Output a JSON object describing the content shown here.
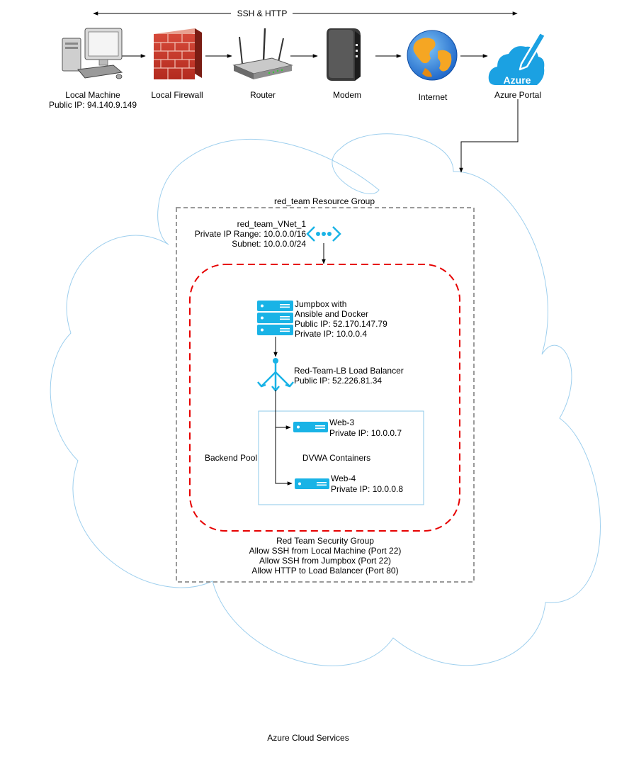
{
  "top_arrow_label": "SSH & HTTP",
  "devices": [
    {
      "label": "Local Machine",
      "sublabel": "Public IP: 94.140.9.149",
      "icon": "desktop-computer-icon"
    },
    {
      "label": "Local Firewall",
      "icon": "brick-firewall-icon"
    },
    {
      "label": "Router",
      "icon": "wireless-router-icon"
    },
    {
      "label": "Modem",
      "icon": "modem-icon"
    },
    {
      "label": "Internet",
      "icon": "globe-icon"
    },
    {
      "label": "Azure Portal",
      "icon": "azure-cloud-icon",
      "icon_text": "Azure"
    }
  ],
  "cloud_label": "Azure Cloud Services",
  "resource_group": {
    "label": "red_team Resource Group",
    "vnet": {
      "name": "red_team_VNet_1",
      "ip_range": "Private IP Range: 10.0.0.0/16",
      "subnet": "Subnet: 10.0.0.0/24",
      "icon": "vnet-icon"
    },
    "security_group": {
      "title": "Red Team Security Group",
      "rules": [
        "Allow SSH from Local Machine (Port 22)",
        "Allow SSH from Jumpbox (Port 22)",
        "Allow HTTP to Load Balancer (Port 80)"
      ]
    },
    "jumpbox": {
      "lines": [
        "Jumpbox with",
        "Ansible and Docker",
        "Public IP: 52.170.147.79",
        "Private IP: 10.0.0.4"
      ],
      "icon": "server-stack-icon"
    },
    "load_balancer": {
      "lines": [
        "Red-Team-LB Load Balancer",
        "Public IP: 52.226.81.34"
      ],
      "icon": "load-balancer-icon"
    },
    "backend_pool": {
      "label": "Backend Pool",
      "containers_label": "DVWA Containers",
      "servers": [
        {
          "name": "Web-3",
          "ip": "Private IP: 10.0.0.7",
          "icon": "server-icon"
        },
        {
          "name": "Web-4",
          "ip": "Private IP: 10.0.0.8",
          "icon": "server-icon"
        }
      ]
    }
  },
  "colors": {
    "cloud_outline": "#9ecfee",
    "azure_blue": "#1ba1e2",
    "server_blue": "#19b3e6",
    "security_red": "#e60000",
    "group_gray": "#9a9a9a",
    "pool_border": "#8cc8e8"
  }
}
